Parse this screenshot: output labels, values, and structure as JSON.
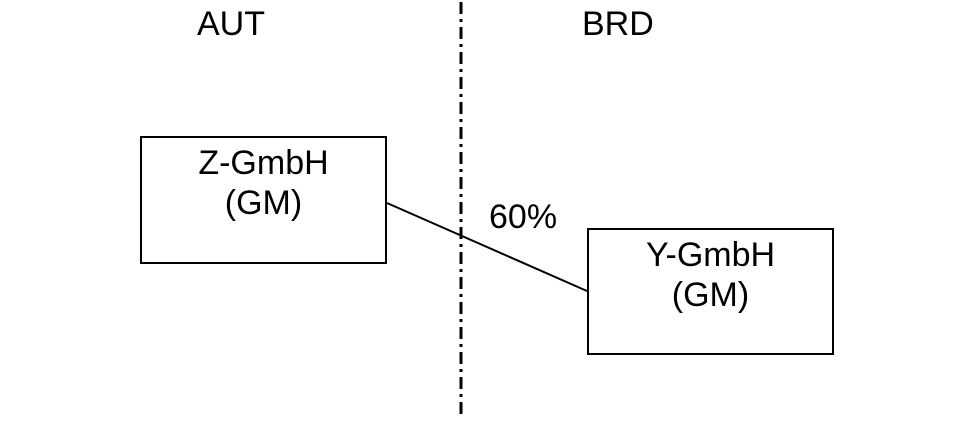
{
  "diagram": {
    "regions": {
      "left": {
        "label": "AUT"
      },
      "right": {
        "label": "BRD"
      }
    },
    "nodes": {
      "z_gmbh": {
        "name": "Z-GmbH",
        "role": "(GM)",
        "region": "AUT"
      },
      "y_gmbh": {
        "name": "Y-GmbH",
        "role": "(GM)",
        "region": "BRD"
      }
    },
    "edge": {
      "label": "60%",
      "from": "Z-GmbH",
      "to": "Y-GmbH"
    },
    "colors": {
      "stroke": "#000000",
      "background": "#ffffff"
    }
  }
}
